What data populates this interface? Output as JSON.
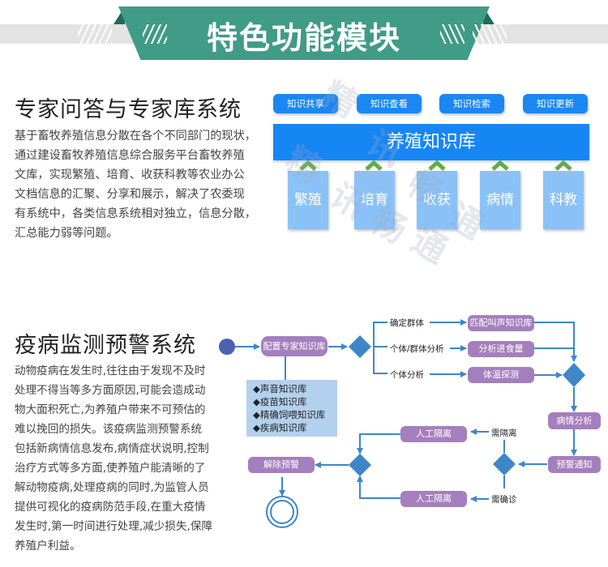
{
  "header": {
    "title": "特色功能模块",
    "colors": {
      "ribbon": "#409b87",
      "ribbon_dark": "#1f6b58",
      "band": "#e3e3e3"
    }
  },
  "watermark": {
    "chars": [
      "精",
      "讯",
      "畅",
      "通",
      "精",
      "讯",
      "畅",
      "通"
    ]
  },
  "expert_section": {
    "title": "专家问答与专家库系统",
    "paragraph_lines": [
      "基于畜牧养殖信息分散在各个不同部门的现状，",
      "通过建设畜牧养殖信息综合服务平台畜牧养殖",
      "文库，实现繁殖、培育、收获科教等农业办公",
      "文档信息的汇聚、分享和展示，解决了农委现",
      "有系统中，各类信息系统相对独立，信息分散，",
      "汇总能力弱等问题。"
    ],
    "diagram": {
      "function_buttons": [
        "知识共享",
        "知识查看",
        "知识检索",
        "知识更新"
      ],
      "knowledge_base": "养殖知识库",
      "categories": [
        "繁殖",
        "培育",
        "收获",
        "病情",
        "科教"
      ],
      "colors": {
        "button": "#1b87f2",
        "bar": "#1786f5",
        "category": "#8ac2f8",
        "chevron": "#5fae4a"
      }
    }
  },
  "disease_section": {
    "title": "疫病监测预警系统",
    "paragraph_lines": [
      "动物疫病在发生时,往往由于发现不及时",
      "处理不得当等多方面原因,可能会造成动",
      "物大面积死亡,为养殖户带来不可预估的",
      "难以挽回的损失。该疫病监测预警系统",
      "包括新病情信息发布,病情症状说明,控制",
      "治疗方式等多方面,使养殖户能清晰的了",
      "解动物疫病,处理疫病的同时,为监管人员",
      "提供可视化的疫病防范手段,在重大疫情",
      "发生时,第一时间进行处理,减少损失,保障",
      "养殖户利益。"
    ],
    "flowchart": {
      "config_node": "配置专家知识库",
      "knowledge_bases": [
        "◆声音知识库",
        "◆疫苗知识库",
        "◆精确饲喂知识库",
        "◆疾病知识库"
      ],
      "branches": [
        {
          "label": "确定群体",
          "action": "匹配叫声知识库"
        },
        {
          "label": "个体/群体分析",
          "action": "分析进食量"
        },
        {
          "label": "个体分析",
          "action": "体温探测"
        }
      ],
      "analysis_node": "病情分析",
      "alert_node": "预警通知",
      "decisions": [
        {
          "label": "需隔离",
          "action": "人工隔离"
        },
        {
          "label": "需确诊",
          "action": "人工隔离"
        }
      ],
      "release_node": "解除预警",
      "colors": {
        "node": "#a57fbd",
        "line": "#3d87c9",
        "start": "#4a62b0",
        "diamond": "#3d87c9"
      }
    }
  }
}
